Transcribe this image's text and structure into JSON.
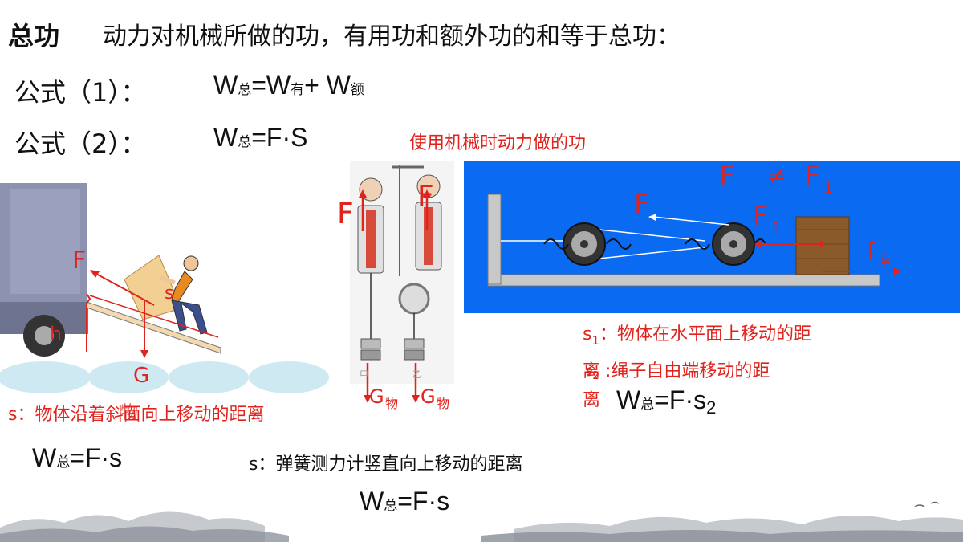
{
  "header": {
    "term": "总功",
    "definition": "动力对机械所做的功，有用功和额外功的和等于总功："
  },
  "formula1": {
    "label": "公式（1）：",
    "w": "W",
    "w_sub": "总",
    "eq": "=W",
    "eq_sub": "有",
    "plus": "+ W",
    "plus_sub": "额"
  },
  "formula2": {
    "label": "公式（2）：",
    "w": "W",
    "w_sub": "总",
    "rest": "=F·S"
  },
  "annotation_top": "使用机械时动力做的功",
  "ramp": {
    "force": "F",
    "distance": "s",
    "height": "h",
    "gravity": "G",
    "caption": "s：物体沿着斜面向上移动的距离",
    "caption_overlap": "物",
    "formula_w": "W",
    "formula_sub": "总",
    "formula_rest": "=F·s"
  },
  "spring": {
    "force_left": "F",
    "force_right": "F",
    "g_left": "G",
    "g_left_sub": "物",
    "g_right": "G",
    "g_right_sub": "物",
    "label_left": "甲",
    "label_right": "乙",
    "caption": "s：弹簧测力计竖直向上移动的距离",
    "formula_w": "W",
    "formula_sub": "总",
    "formula_rest": "=F·s"
  },
  "pulley": {
    "f": "F",
    "neq": "≠",
    "f1": "F",
    "f1_sub": "1",
    "f_label": "F",
    "f1_label": "F",
    "f1_label_sub": "1",
    "friction": "f",
    "friction_sub": "摩",
    "s1_text": "s",
    "s1_sub": "1",
    "s1_desc": "：物体在水平面上移动的距",
    "li1": "离",
    "s2_desc": "绳子自由端移动的距",
    "s2_text": "s",
    "s2_sub": "2",
    "s2_colon": ":",
    "li2": "离",
    "formula_w": "W",
    "formula_sub": "总",
    "formula_rest": "=F·s",
    "formula_rest_sub": "2"
  },
  "colors": {
    "accent": "#e1231e",
    "panel_blue": "#0a6af2"
  }
}
